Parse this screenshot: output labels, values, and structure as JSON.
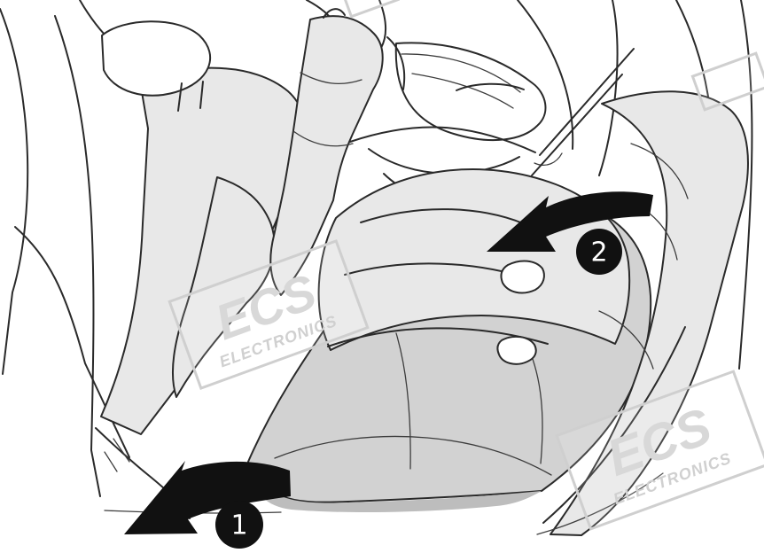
{
  "diagram": {
    "callouts": {
      "step_1": "1",
      "step_2": "2"
    },
    "watermark": {
      "brand": "ECS",
      "subtitle": "ELECTRONICS"
    },
    "icons": {
      "arrow_1": "curved-left-arrow-icon",
      "arrow_2": "curved-left-arrow-icon"
    },
    "colors": {
      "arrow": "#111111",
      "seat_shading": "#d2d2d2",
      "watermark": "#cfcfcf"
    }
  }
}
